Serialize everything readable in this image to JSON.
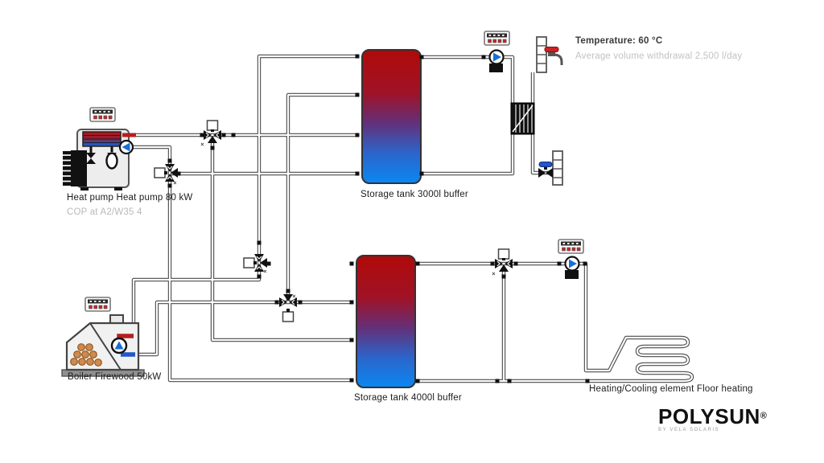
{
  "labels": {
    "heat_pump": "Heat pump Heat pump 80 kW",
    "heat_pump_sub": "COP at A2/W35 4",
    "boiler": "Boiler Firewood 50kW",
    "tank_upper": "Storage tank 3000l buffer",
    "tank_lower": "Storage tank 4000l buffer",
    "floor_heating": "Heating/Cooling element Floor heating",
    "temperature": "Temperature: 60 °C",
    "withdrawal": "Average volume withdrawal 2,500 l/day"
  },
  "logo": {
    "brand": "POLYSUN",
    "reg": "®",
    "sub": "BY VELA SOLARIS"
  },
  "colors": {
    "tank_hot": "#b00a0a",
    "tank_cold": "#0b87f2",
    "pipe_outline": "#4a4a4a",
    "hot_pipe_red": "#b51f1f",
    "cold_pipe_blue": "#2058c8",
    "pump_triangle_blue": "#1a6fd4",
    "controller_button_red": "#cc2222",
    "tap_handle_red": "#cc2222",
    "cold_valve_cap_blue": "#2255cc",
    "valve_black": "#111111"
  },
  "components": [
    {
      "name": "heat-pump-icon"
    },
    {
      "name": "firewood-boiler-icon"
    },
    {
      "name": "storage-tank-3000l"
    },
    {
      "name": "storage-tank-4000l"
    },
    {
      "name": "heat-exchanger-icon"
    },
    {
      "name": "floor-heating-coil"
    },
    {
      "name": "controller-icon",
      "count": 4
    },
    {
      "name": "pump-icon",
      "count": 4
    },
    {
      "name": "three-way-valve-icon",
      "count": 5
    },
    {
      "name": "hot-water-tap-icon"
    },
    {
      "name": "cold-water-valve-icon"
    }
  ]
}
